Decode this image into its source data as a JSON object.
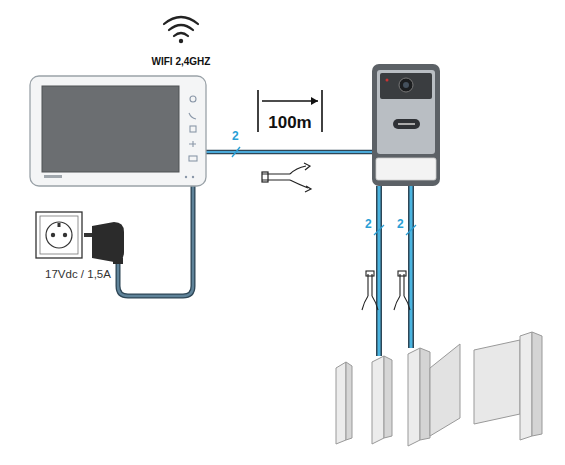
{
  "diagram": {
    "labels": [
      "WIFI 2,4GHZ",
      "2",
      "100m",
      "17Vdc / 1,5A",
      "2",
      "2"
    ]
  }
}
